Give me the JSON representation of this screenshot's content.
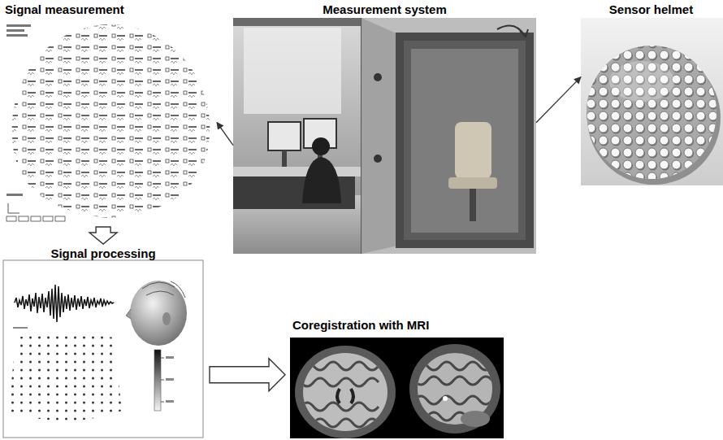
{
  "diagram": {
    "nodes": [
      {
        "text": [
          "Signal measurement"
        ]
      },
      {
        "text": [
          "Measurement system"
        ]
      },
      {
        "text": [
          "Sensor helmet"
        ]
      },
      {
        "text": [
          "Signal processing"
        ]
      },
      {
        "text": [
          "Coregistration with MRI"
        ]
      }
    ],
    "edges": [
      {
        "from": 1,
        "to": 0,
        "arrow": "to"
      },
      {
        "from": 1,
        "to": 2,
        "arrow": "to"
      },
      {
        "from": 0,
        "to": 3,
        "arrow": "to"
      },
      {
        "from": 3,
        "to": 4,
        "arrow": "to"
      }
    ]
  }
}
